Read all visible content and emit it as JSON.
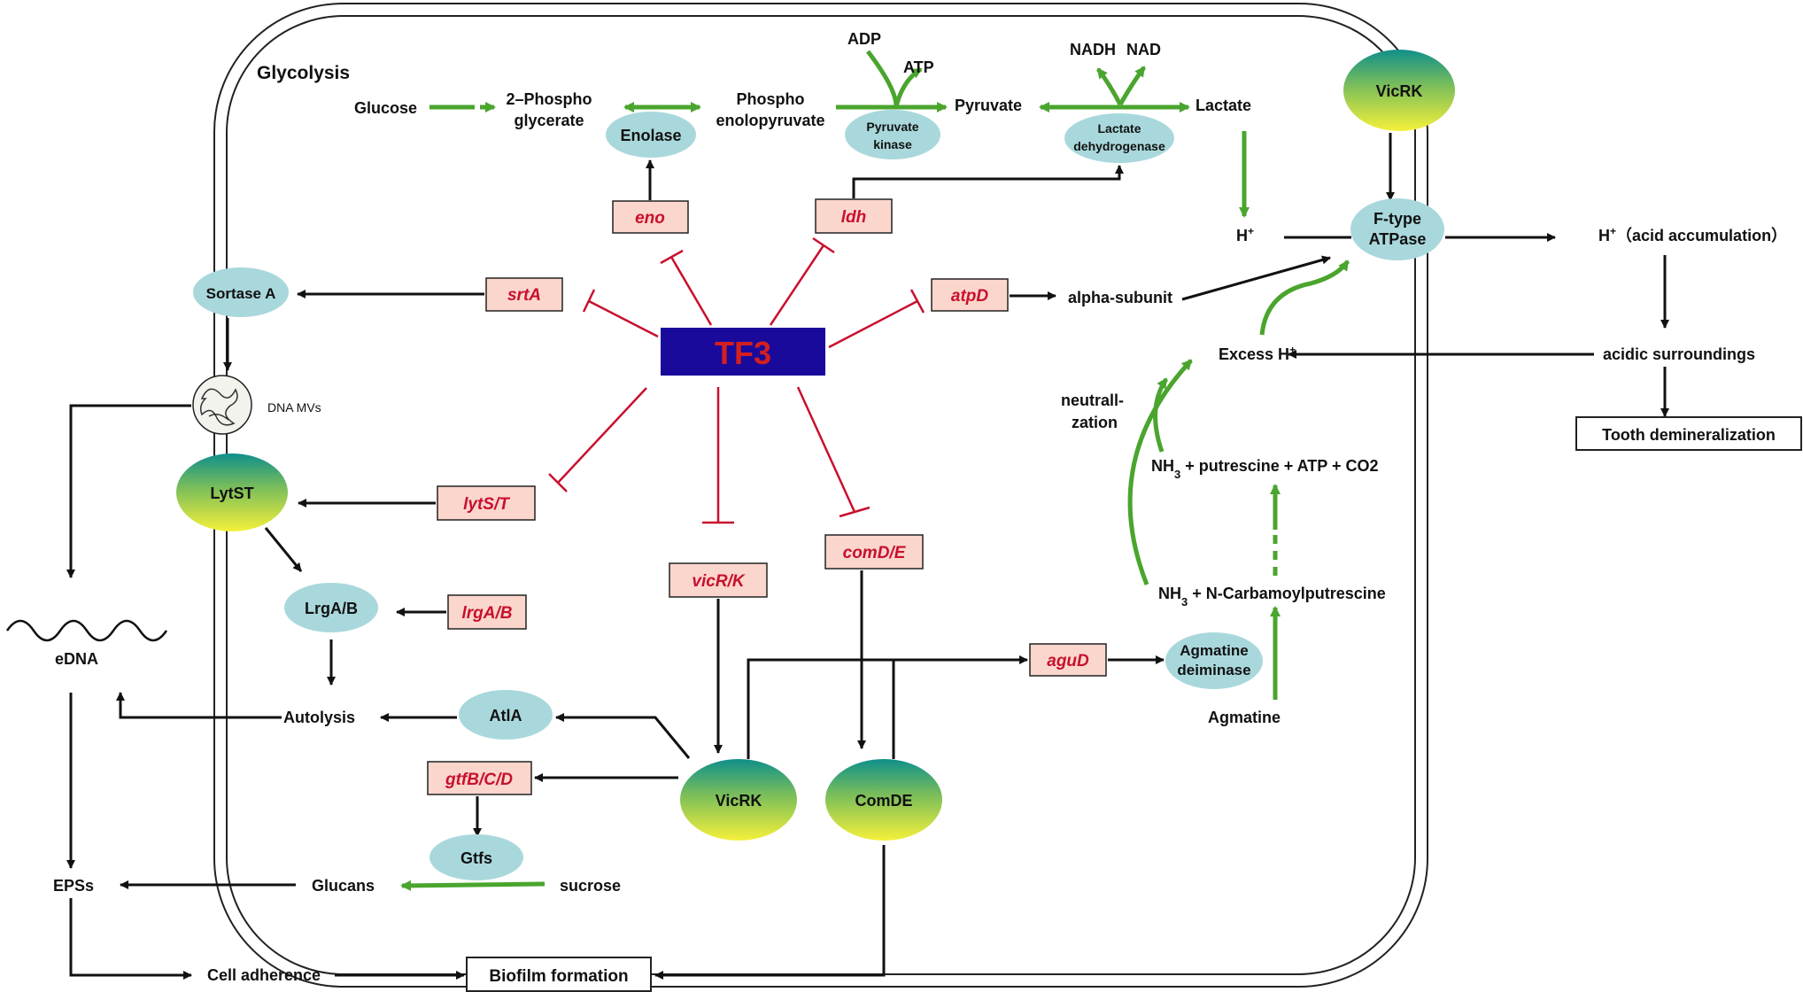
{
  "center": {
    "label": "TF3"
  },
  "compartment": {
    "glycolysis_label": "Glycolysis"
  },
  "glycolysis": {
    "glucose": "Glucose",
    "pga_line1": "2–Phospho",
    "pga_line2": "glycerate",
    "pep_line1": "Phospho",
    "pep_line2": "enolopyruvate",
    "pyruvate": "Pyruvate",
    "lactate": "Lactate",
    "adp": "ADP",
    "atp": "ATP",
    "nadh": "NADH",
    "nad": "NAD",
    "enolase": "Enolase",
    "pk_line1": "Pyruvate",
    "pk_line2": "kinase",
    "ldh_line1": "Lactate",
    "ldh_line2": "dehydrogenase"
  },
  "genes": {
    "eno": "eno",
    "ldh": "ldh",
    "srtA": "srtA",
    "atpD": "atpD",
    "lytST": "lytS/T",
    "lrgAB": "lrgA/B",
    "vicRK": "vicR/K",
    "comDE": "comD/E",
    "aguD": "aguD",
    "gtfBCD": "gtfB/C/D"
  },
  "proteins": {
    "sortase": "Sortase A",
    "lytst": "LytST",
    "lrgab": "LrgA/B",
    "atla": "AtlA",
    "vicrk": "VicRK",
    "comde": "ComDE",
    "gtfs": "Gtfs",
    "vicrk_top": "VicRK",
    "atpase_line1": "F-type",
    "atpase_line2": "ATPase",
    "agd_line1": "Agmatine",
    "agd_line2": "deiminase"
  },
  "labels": {
    "dna_mvs": "DNA MVs",
    "edna": "eDNA",
    "autolysis": "Autolysis",
    "epss": "EPSs",
    "glucans": "Glucans",
    "sucrose": "sucrose",
    "cell_adherence": "Cell adherence",
    "biofilm": "Biofilm formation",
    "alpha_subunit": "alpha-subunit",
    "h_plus": "H",
    "h_acid": "H",
    "h_acid_suffix": "（acid accumulation）",
    "excess_h": "Excess H",
    "acidic": "acidic surroundings",
    "tooth": "Tooth demineralization",
    "neutral_line1": "neutrall-",
    "neutral_line2": "zation",
    "nh3_a": "NH",
    "nh3_a_rest": " + putrescine + ATP + CO2",
    "nh3_b": "NH",
    "nh3_b_rest": " + N-Carbamoylputrescine",
    "agmatine": "Agmatine",
    "sub3": "3",
    "sup_plus": "+"
  },
  "colors": {
    "inhibition": "#c8102e",
    "activation_green": "#4aa52e",
    "tf3_box": "#1a0a9c",
    "gene_box": "#fbd6cc",
    "enzyme": "#a9d8dc",
    "two_component_top": "#0f8f8a",
    "two_component_bottom": "#f5f03a"
  }
}
